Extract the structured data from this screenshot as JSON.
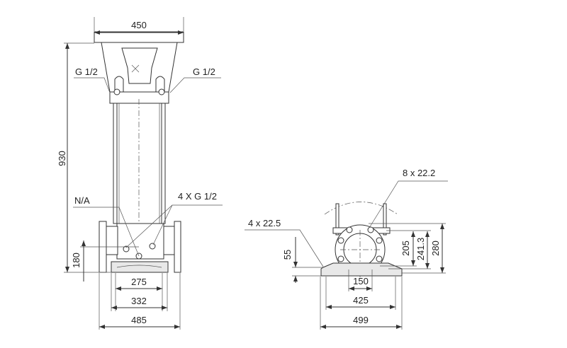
{
  "front_view": {
    "dims": {
      "top_width": "450",
      "height": "930",
      "inlet_height": "180",
      "base_inner": "275",
      "base_mid": "332",
      "port_to_port": "485"
    },
    "labels": {
      "vent_left": "G 1/2",
      "vent_right": "G 1/2",
      "drain": "N/A",
      "ports": "4 X G 1/2"
    }
  },
  "side_view": {
    "dims": {
      "foot_height": "55",
      "bolt_spacing": "150",
      "foot_inner": "425",
      "foot_outer": "499",
      "d205": "205",
      "d241": "241.3",
      "d280": "280"
    },
    "labels": {
      "foot_holes": "4 x 22.5",
      "flange_holes": "8 x 22.2"
    }
  },
  "colors": {
    "line": "#333333",
    "background": "#ffffff"
  }
}
